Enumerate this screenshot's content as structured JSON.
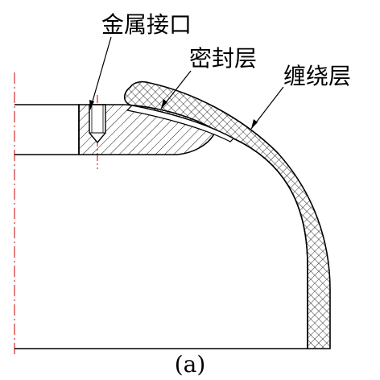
{
  "figure": {
    "caption": "(a)",
    "labels": {
      "metal_joint": "金属接口",
      "seal_layer": "密封层",
      "winding_layer": "缠绕层"
    }
  },
  "colors": {
    "ink": "#000000",
    "centerline": "#cc0000",
    "background": "#ffffff"
  }
}
